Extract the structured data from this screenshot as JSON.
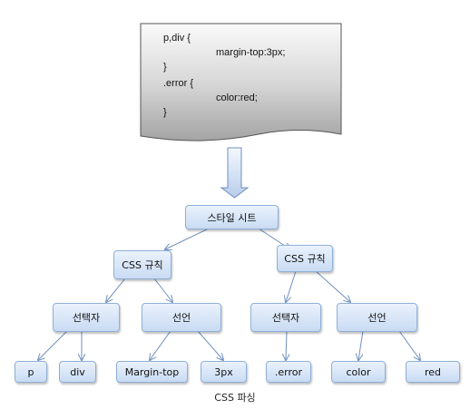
{
  "code_block": {
    "lines": [
      "p,div {",
      "margin-top:3px;",
      "}",
      ".error {",
      "color:red;",
      "}"
    ]
  },
  "tree": {
    "root": "스타일 시트",
    "rule_left": "CSS 규칙",
    "rule_right": "CSS 규칙",
    "selector_left": "선택자",
    "declaration_left": "선언",
    "selector_right": "선택자",
    "declaration_right": "선언",
    "leaf_p": "p",
    "leaf_div": "div",
    "leaf_margin_top": "Margin-top",
    "leaf_3px": "3px",
    "leaf_error": ".error",
    "leaf_color": "color",
    "leaf_red": "red"
  },
  "caption": "CSS 파싱"
}
